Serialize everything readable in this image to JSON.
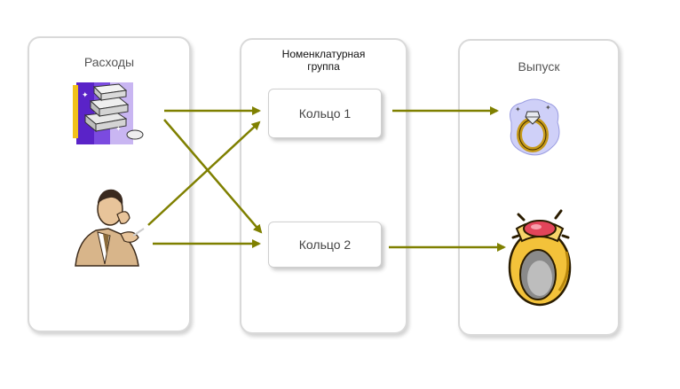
{
  "panels": {
    "expenses": {
      "title": "Расходы"
    },
    "nomenclature": {
      "title_line1": "Номенклатурная",
      "title_line2": "группа"
    },
    "output": {
      "title": "Выпуск"
    }
  },
  "nodes": {
    "ring1": "Кольцо 1",
    "ring2": "Кольцо 2"
  },
  "icons": {
    "materials": "gold-bars-icon",
    "labor": "businessman-icon",
    "product1": "diamond-ring-icon",
    "product2": "gemstone-ring-icon"
  },
  "colors": {
    "arrow": "#7f8000",
    "panel_border": "#d9d9d9"
  }
}
